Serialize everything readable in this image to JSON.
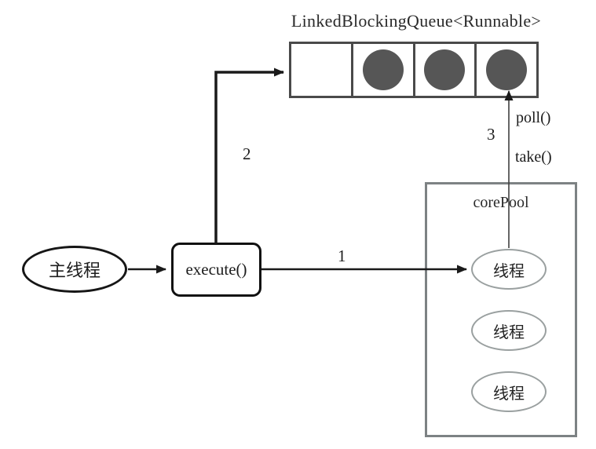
{
  "diagram": {
    "queue_title": "LinkedBlockingQueue<Runnable>",
    "queue": {
      "cells": [
        {
          "filled": false
        },
        {
          "filled": true
        },
        {
          "filled": true
        },
        {
          "filled": true
        }
      ]
    },
    "steps": {
      "one": "1",
      "two": "2",
      "three": "3"
    },
    "queue_ops": {
      "poll": "poll()",
      "take": "take()"
    },
    "core_pool": {
      "title": "corePool",
      "threads": [
        {
          "label": "线程"
        },
        {
          "label": "线程"
        },
        {
          "label": "线程"
        }
      ]
    },
    "main_thread_label": "主线程",
    "execute_label": "execute()",
    "colors": {
      "line": "#1a1a1a",
      "queue_border": "#4a4a4a",
      "task_fill": "#565656",
      "pool_border": "#7d8284",
      "thread_border": "#9aa0a0",
      "text": "#1c1c1c"
    }
  }
}
